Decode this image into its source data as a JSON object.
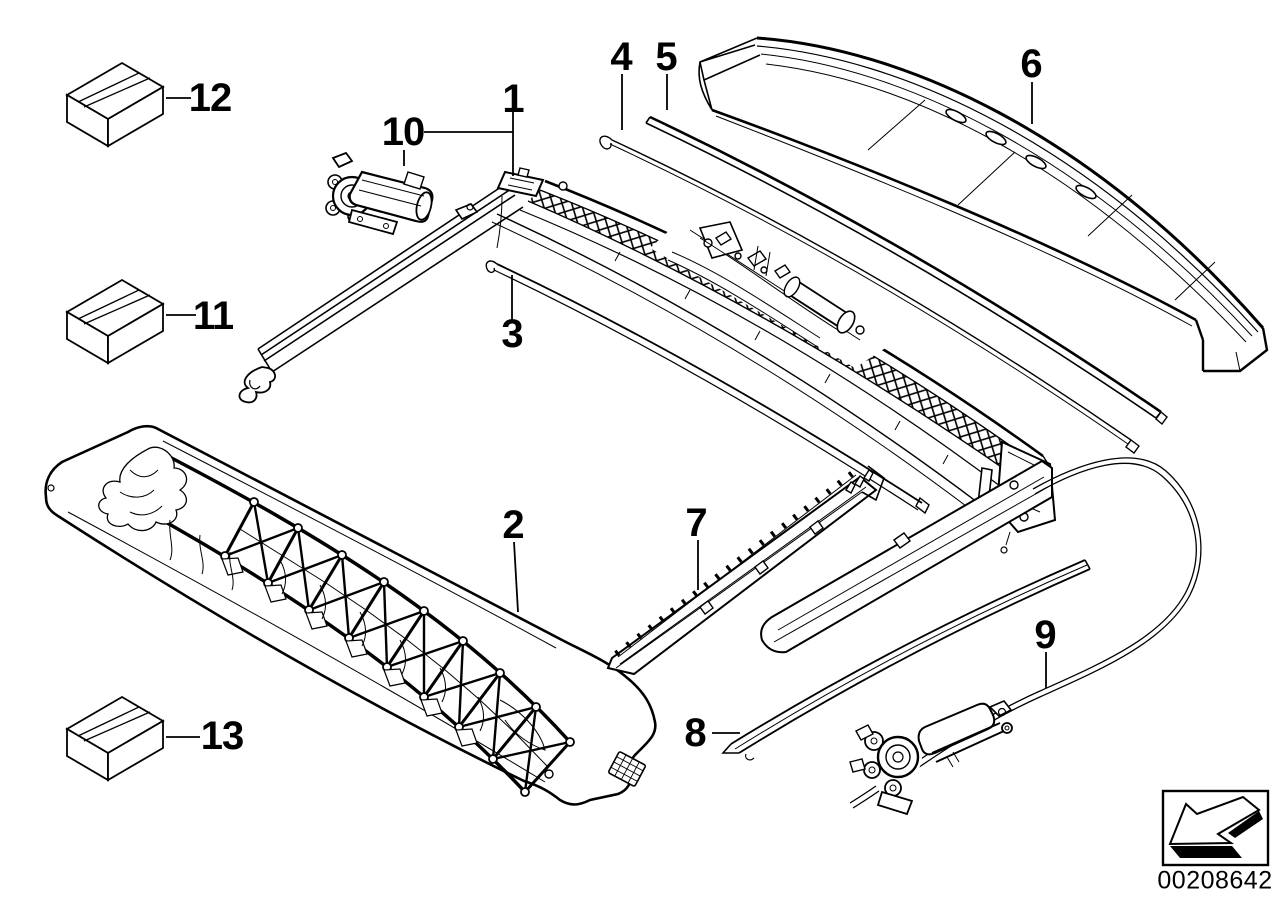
{
  "figure": {
    "type": "exploded-parts-diagram",
    "background_color": "#ffffff",
    "line_color": "#000000"
  },
  "callouts": [
    {
      "label": "1"
    },
    {
      "label": "2"
    },
    {
      "label": "3"
    },
    {
      "label": "4"
    },
    {
      "label": "5"
    },
    {
      "label": "6"
    },
    {
      "label": "7"
    },
    {
      "label": "8"
    },
    {
      "label": "9"
    },
    {
      "label": "10"
    },
    {
      "label": "11"
    },
    {
      "label": "12"
    },
    {
      "label": "13"
    }
  ],
  "footer": {
    "drawing_number": "00208642"
  },
  "legend": {
    "arrow_icon": "direction-arrow"
  }
}
